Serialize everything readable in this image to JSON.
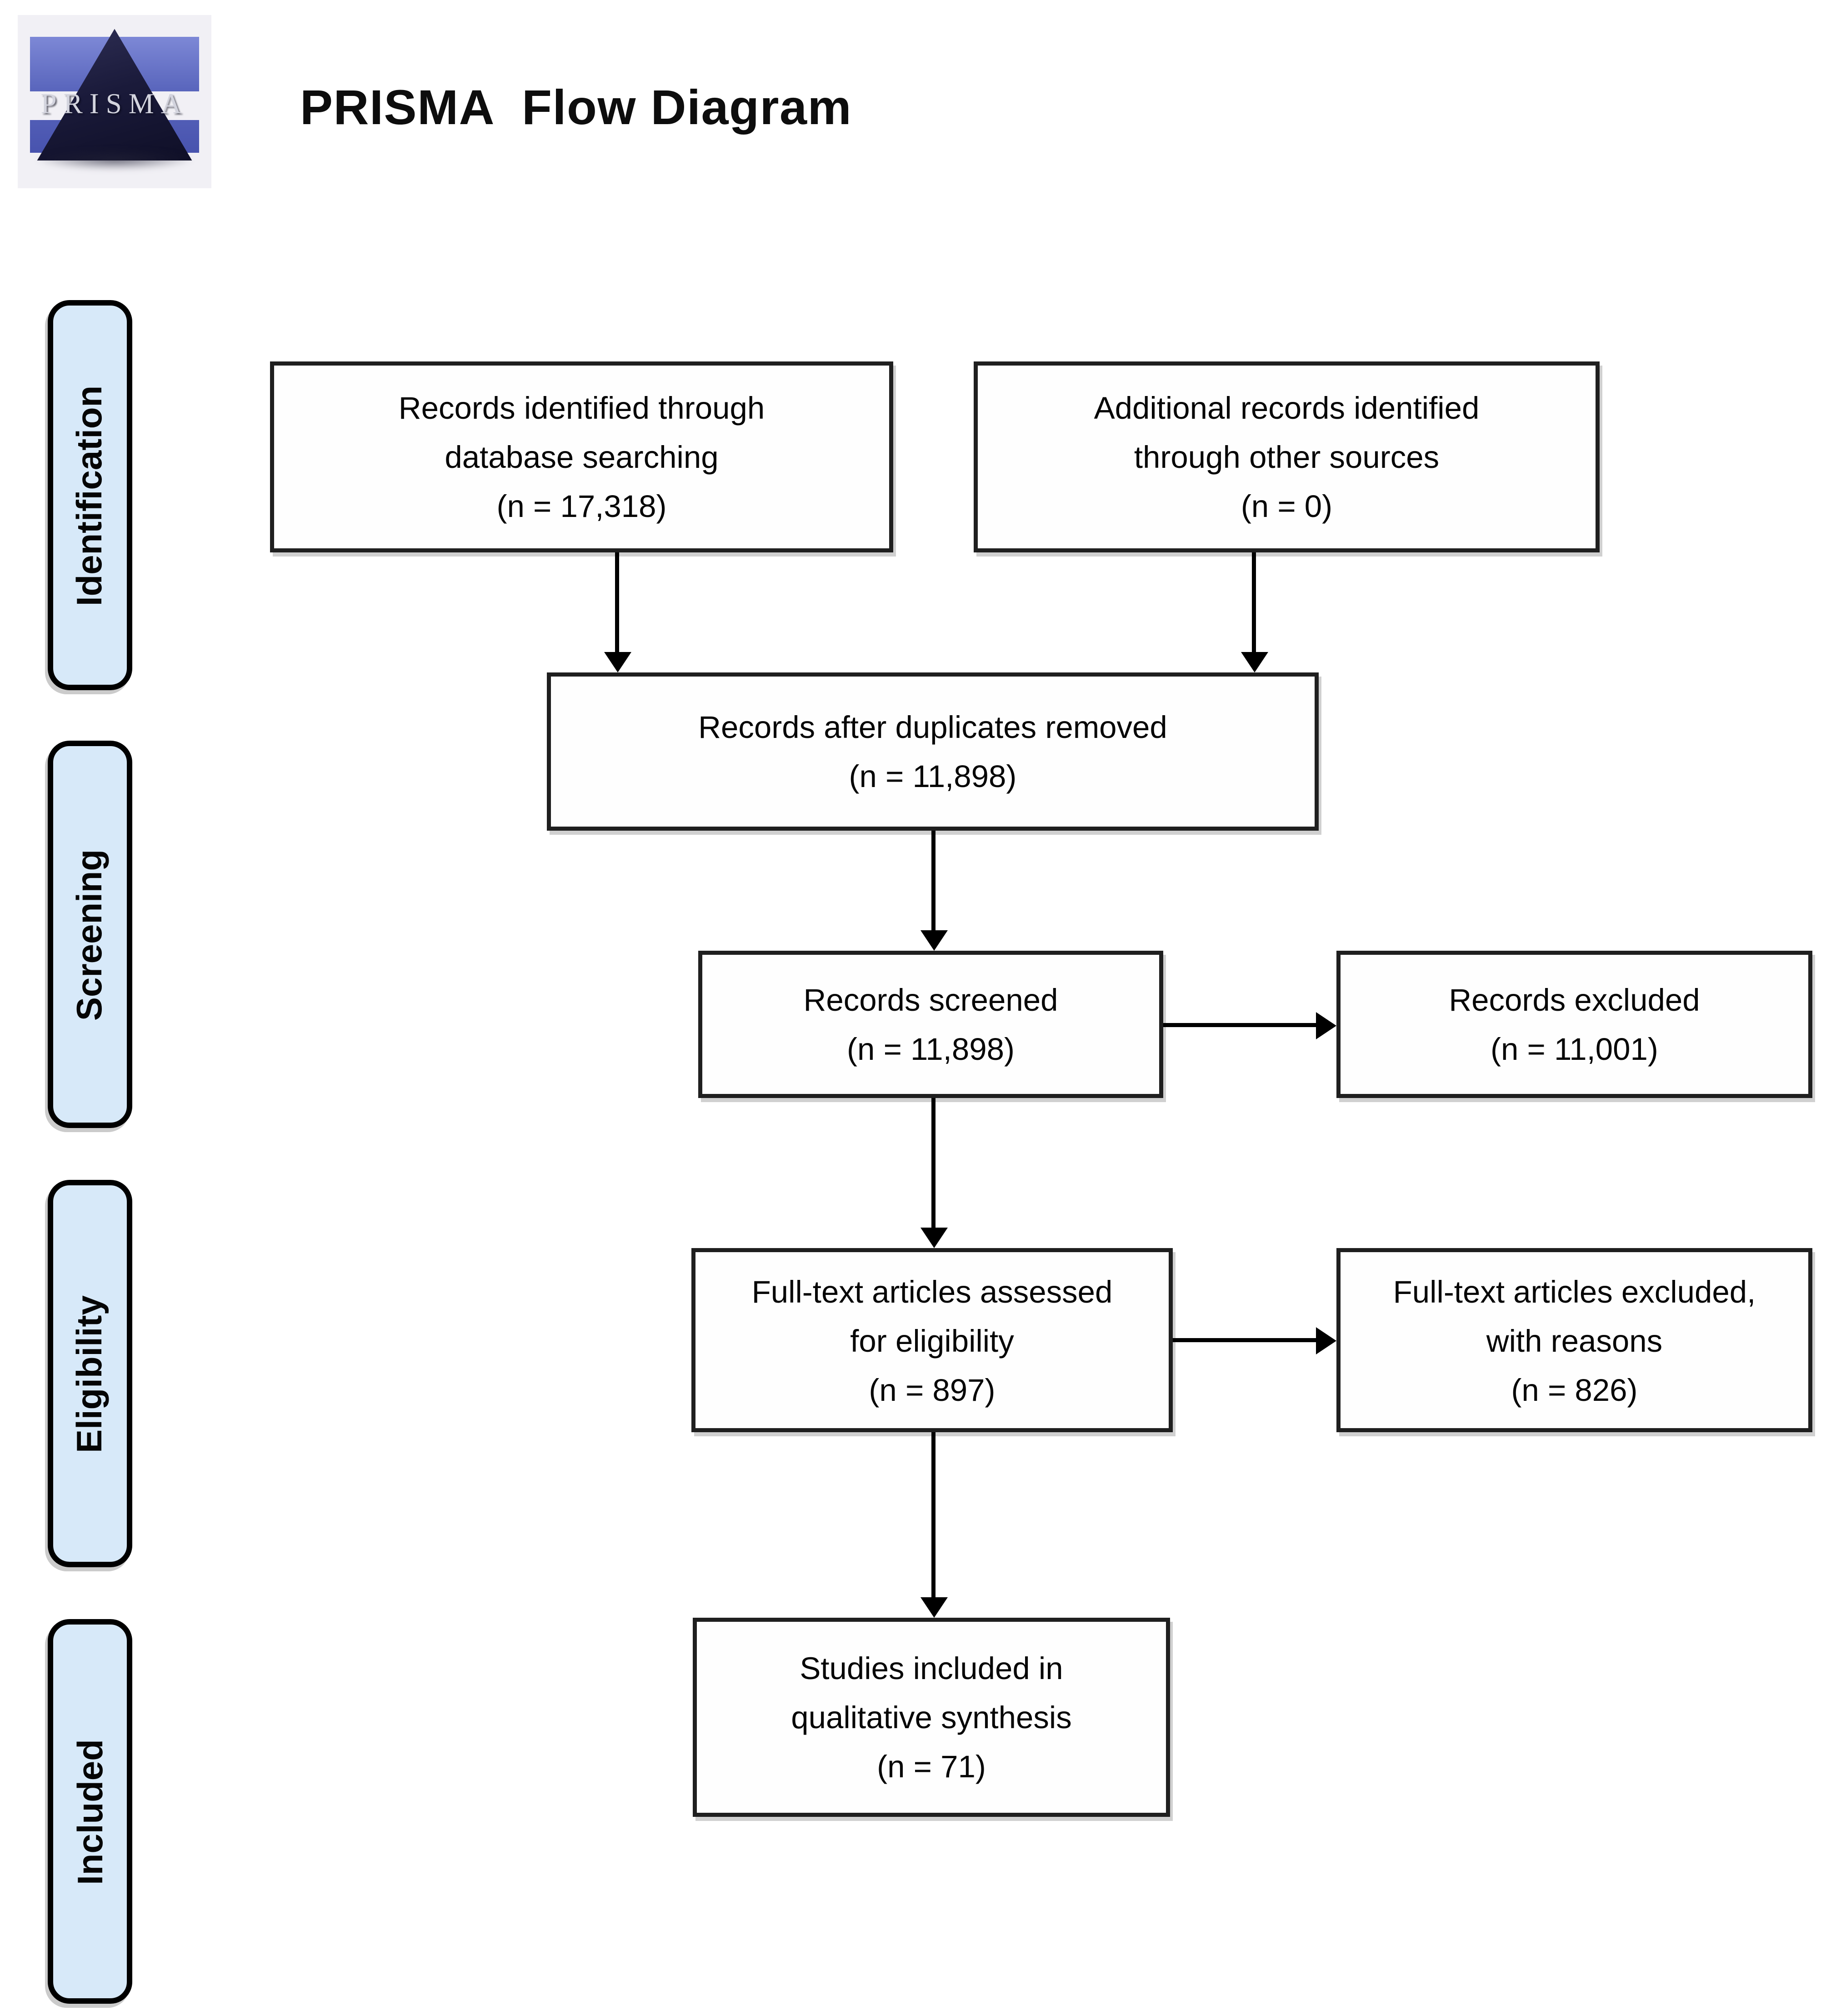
{
  "header": {
    "logo_text": "PRISMA",
    "title": "PRISMA  Flow Diagram"
  },
  "stages": [
    {
      "label": "Identification"
    },
    {
      "label": "Screening"
    },
    {
      "label": "Eligibility"
    },
    {
      "label": "Included"
    }
  ],
  "boxes": {
    "identified": "Records identified through\ndatabase searching\n(n = 17,318)",
    "additional": "Additional records identified\nthrough other sources\n(n = 0)",
    "deduplicated": "Records after duplicates removed\n(n = 11,898)",
    "screened": "Records screened\n(n = 11,898)",
    "records_excluded": "Records excluded\n(n = 11,001)",
    "fulltext_assessed": "Full-text articles assessed\nfor eligibility\n(n = 897)",
    "fulltext_excluded": "Full-text articles excluded,\nwith reasons\n(n = 826)",
    "included": "Studies included in\nqualitative synthesis\n(n = 71)"
  },
  "colors": {
    "stage_fill": "#d7e9f9",
    "box_fill": "#fefefe",
    "line_color": "#000000",
    "logo_blue": "#5a66bd",
    "logo_navy": "#12122c"
  }
}
